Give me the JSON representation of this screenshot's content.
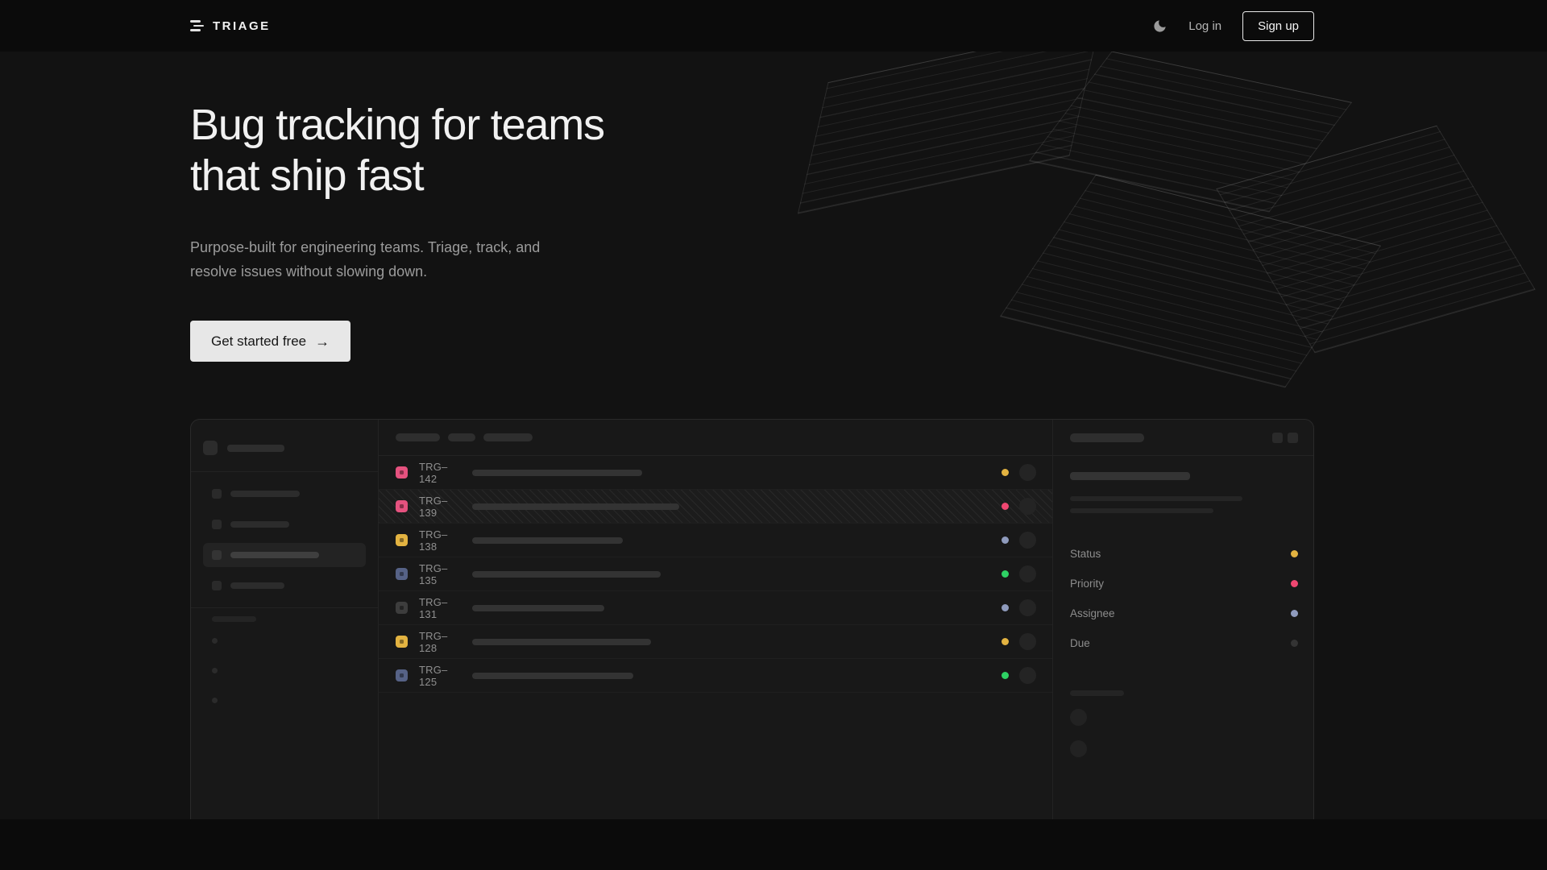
{
  "nav": {
    "brand": "TRIAGE",
    "login_label": "Log in",
    "signup_label": "Sign up"
  },
  "hero": {
    "title_line1": "Bug tracking for teams",
    "title_line2": "that ship fast",
    "subtitle": "Purpose-built for engineering teams. Triage, track, and resolve issues without slowing down.",
    "cta_label": "Get started free",
    "cta_arrow": "→"
  },
  "mockup": {
    "issues": [
      {
        "id": "TRG–142",
        "icon_color": "#e5527f",
        "dot_color": "#e3b341",
        "title_bar_width": 211,
        "selected": false
      },
      {
        "id": "TRG–139",
        "icon_color": "#e5527f",
        "dot_color": "#ef4771",
        "title_bar_width": 257,
        "selected": true
      },
      {
        "id": "TRG–138",
        "icon_color": "#e3b341",
        "dot_color": "#8f9bbd",
        "title_bar_width": 187,
        "selected": false
      },
      {
        "id": "TRG–135",
        "icon_color": "#566286",
        "dot_color": "#2ed164",
        "title_bar_width": 234,
        "selected": false
      },
      {
        "id": "TRG–131",
        "icon_color": "#3d3d3d",
        "dot_color": "#8f9bbd",
        "title_bar_width": 164,
        "selected": false
      },
      {
        "id": "TRG–128",
        "icon_color": "#e3b341",
        "dot_color": "#e3b341",
        "title_bar_width": 222,
        "selected": false
      },
      {
        "id": "TRG–125",
        "icon_color": "#566286",
        "dot_color": "#2ed164",
        "title_bar_width": 200,
        "selected": false
      }
    ],
    "detail": {
      "fields": [
        {
          "label": "Status",
          "dot_color": "#e3b341"
        },
        {
          "label": "Priority",
          "dot_color": "#ef4771"
        },
        {
          "label": "Assignee",
          "dot_color": "#8f9bbd"
        },
        {
          "label": "Due",
          "dot_color": "#343434"
        }
      ]
    }
  }
}
